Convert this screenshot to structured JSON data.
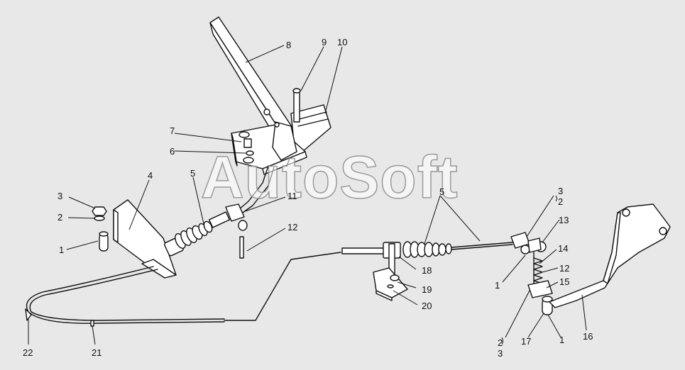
{
  "watermark": "AutoSoft",
  "callouts": {
    "c1a": "1",
    "c2a": "2",
    "c3a": "3",
    "c4": "4",
    "c5a": "5",
    "c6": "6",
    "c7": "7",
    "c8": "8",
    "c9": "9",
    "c10": "10",
    "c11": "11",
    "c12a": "12",
    "c5b": "5",
    "c3b": "3",
    "c2b": "2",
    "c13": "13",
    "c14": "14",
    "c12b": "12",
    "c15": "15",
    "c1b": "1",
    "c18": "18",
    "c19": "19",
    "c20": "20",
    "c2c": "2",
    "c3c": "3",
    "c17": "17",
    "c1c": "1",
    "c16": "16",
    "c22": "22",
    "c21": "21"
  }
}
